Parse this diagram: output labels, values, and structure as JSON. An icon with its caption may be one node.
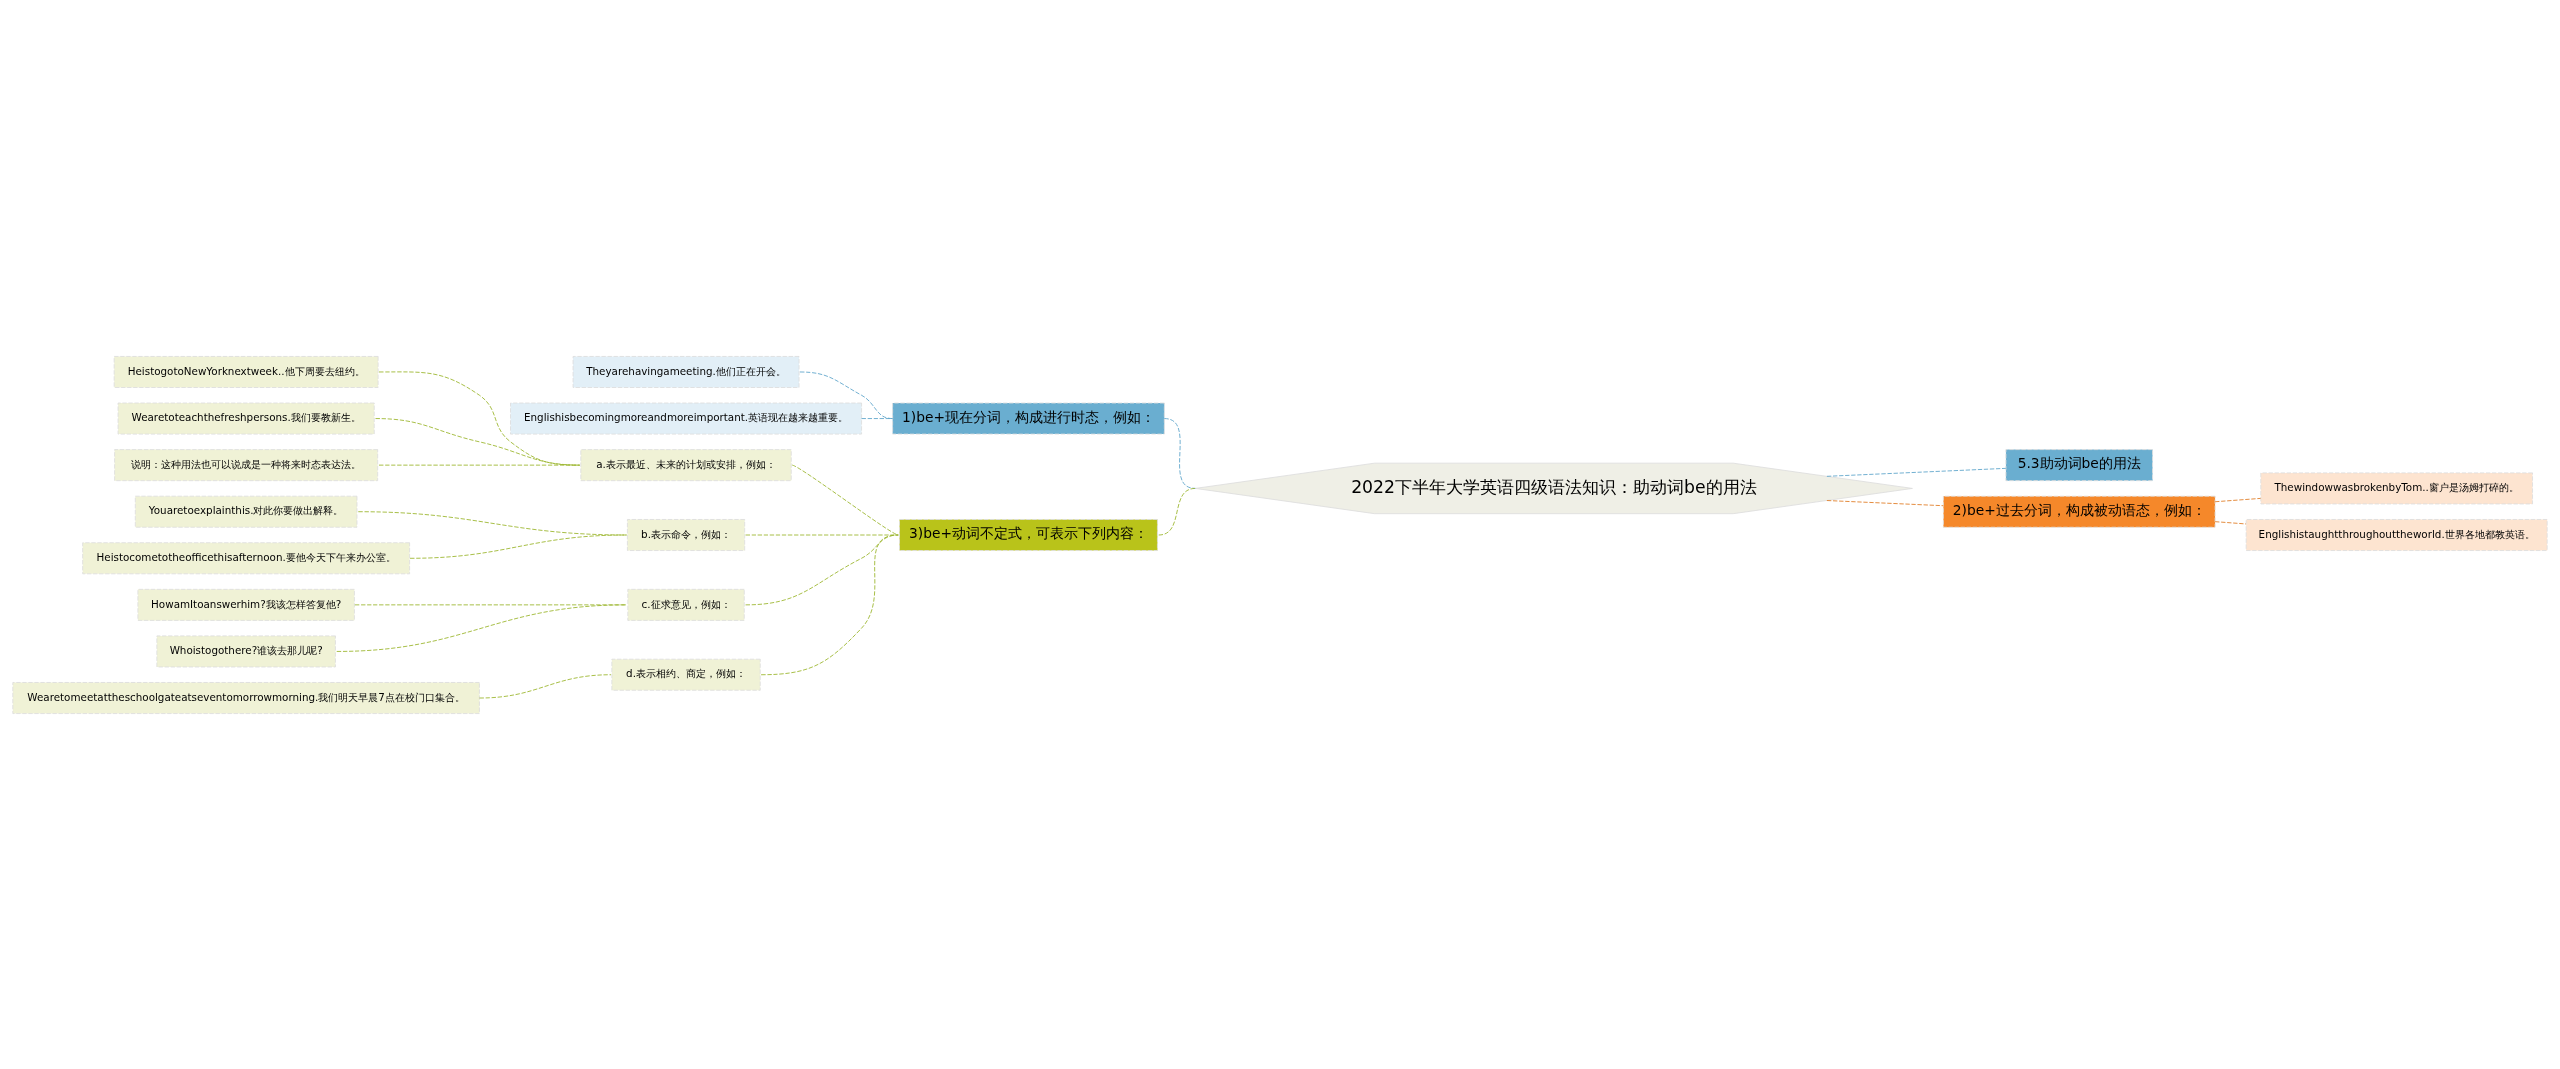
{
  "diagram": {
    "nodes": [
      {
        "text": [
          "2022下半年大学英语四级语法知识：助动词be的用法"
        ]
      },
      {
        "text": [
          "1)be+现在分词，构成进行时态，例如："
        ]
      },
      {
        "text": [
          "Theyarehavingameeting.他们正在开会。"
        ]
      },
      {
        "text": [
          "Englishisbecomingmoreandmoreimportant.英语现在越来越重要。"
        ]
      },
      {
        "text": [
          "3)be+动词不定式，可表示下列内容："
        ]
      },
      {
        "text": [
          "a.表示最近、未来的计划或安排，例如："
        ]
      },
      {
        "text": [
          "HeistogotoNewYorknextweek..他下周要去纽约。"
        ]
      },
      {
        "text": [
          "Wearetoteachthefreshpersons.我们要教新生。"
        ]
      },
      {
        "text": [
          "说明：这种用法也可以说成是一种将来时态表达法。"
        ]
      },
      {
        "text": [
          "b.表示命令，例如："
        ]
      },
      {
        "text": [
          "Youaretoexplainthis.对此你要做出解释。"
        ]
      },
      {
        "text": [
          "Heistocometotheofficethisafternoon.要他今天下午来办公室。"
        ]
      },
      {
        "text": [
          "c.征求意见，例如："
        ]
      },
      {
        "text": [
          "HowamItoanswerhim?我该怎样答复他?"
        ]
      },
      {
        "text": [
          "Whoistogothere?谁该去那儿呢?"
        ]
      },
      {
        "text": [
          "d.表示相约、商定，例如："
        ]
      },
      {
        "text": [
          "Wearetomeetattheschoolgateatseventomorrowmorning.我们明天早晨7点在校门口集合。"
        ]
      },
      {
        "text": [
          "5.3助动词be的用法"
        ]
      },
      {
        "text": [
          "2)be+过去分词，构成被动语态，例如："
        ]
      },
      {
        "text": [
          "ThewindowwasbrokenbyTom..窗户是汤姆打碎的。"
        ]
      },
      {
        "text": [
          "Englishistaughtthroughouttheworld.世界各地都教英语。"
        ]
      }
    ],
    "edges": [
      {
        "from": 0,
        "to": 1,
        "arrow": "none",
        "style": "dashed",
        "color": "#5ba3c9"
      },
      {
        "from": 1,
        "to": 2,
        "arrow": "none",
        "style": "dashed",
        "color": "#5ba3c9"
      },
      {
        "from": 1,
        "to": 3,
        "arrow": "none",
        "style": "dashed",
        "color": "#5ba3c9"
      },
      {
        "from": 0,
        "to": 4,
        "arrow": "none",
        "style": "dashed"
      },
      {
        "from": 4,
        "to": 5,
        "arrow": "none",
        "style": "dashed"
      },
      {
        "from": 5,
        "to": 6,
        "arrow": "none",
        "style": "dashed"
      },
      {
        "from": 5,
        "to": 7,
        "arrow": "none",
        "style": "dashed"
      },
      {
        "from": 5,
        "to": 8,
        "arrow": "none",
        "style": "dashed"
      },
      {
        "from": 4,
        "to": 9,
        "arrow": "none",
        "style": "dashed"
      },
      {
        "from": 9,
        "to": 10,
        "arrow": "none",
        "style": "dashed"
      },
      {
        "from": 9,
        "to": 11,
        "arrow": "none",
        "style": "dashed"
      },
      {
        "from": 4,
        "to": 12,
        "arrow": "none",
        "style": "dashed"
      },
      {
        "from": 12,
        "to": 13,
        "arrow": "none",
        "style": "dashed"
      },
      {
        "from": 12,
        "to": 14,
        "arrow": "none",
        "style": "dashed"
      },
      {
        "from": 4,
        "to": 15,
        "arrow": "none",
        "style": "dashed"
      },
      {
        "from": 15,
        "to": 16,
        "arrow": "none",
        "style": "dashed"
      },
      {
        "from": 0,
        "to": 17,
        "arrow": "none",
        "style": "dashed",
        "color": "#5ba3c9"
      },
      {
        "from": 0,
        "to": 18,
        "arrow": "none",
        "style": "dashed",
        "color": "#e07a22"
      },
      {
        "from": 18,
        "to": 19,
        "arrow": "none",
        "style": "dashed",
        "color": "#e07a22"
      },
      {
        "from": 18,
        "to": 20,
        "arrow": "none",
        "style": "dashed",
        "color": "#e07a22"
      }
    ]
  }
}
